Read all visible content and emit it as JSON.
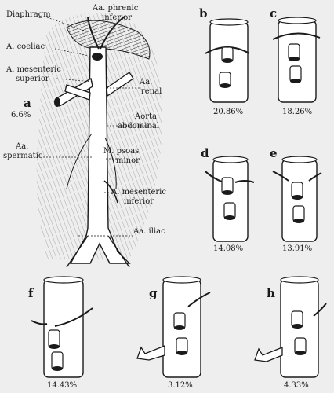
{
  "colors": {
    "ink": "#1a1a1a",
    "paper": "#eeeeee",
    "vessel": "#ffffff"
  },
  "labels": {
    "diaphragm": "Diaphragm",
    "phrenic": "Aa. phrenic",
    "inferior1": "inferior",
    "coeliac": "A. coeliac",
    "mesSup1": "A. mesenteric",
    "mesSup2": "superior",
    "renal1": "Aa.",
    "renal2": "renal",
    "aorta1": "Aorta",
    "aorta2": "abdominal",
    "sperm1": "Aa.",
    "sperm2": "spermatic",
    "psoas1": "M. psoas",
    "psoas2": "minor",
    "mesInf1": "A. mesenteric",
    "mesInf2": "inferior",
    "iliac": "Aa. iliac"
  },
  "panels": {
    "a": {
      "letter": "a",
      "pct": "6.6%"
    },
    "b": {
      "letter": "b",
      "pct": "20.86%"
    },
    "c": {
      "letter": "c",
      "pct": "18.26%"
    },
    "d": {
      "letter": "d",
      "pct": "14.08%"
    },
    "e": {
      "letter": "e",
      "pct": "13.91%"
    },
    "f": {
      "letter": "f",
      "pct": "14.43%"
    },
    "g": {
      "letter": "g",
      "pct": "3.12%"
    },
    "h": {
      "letter": "h",
      "pct": "4.33%"
    }
  }
}
